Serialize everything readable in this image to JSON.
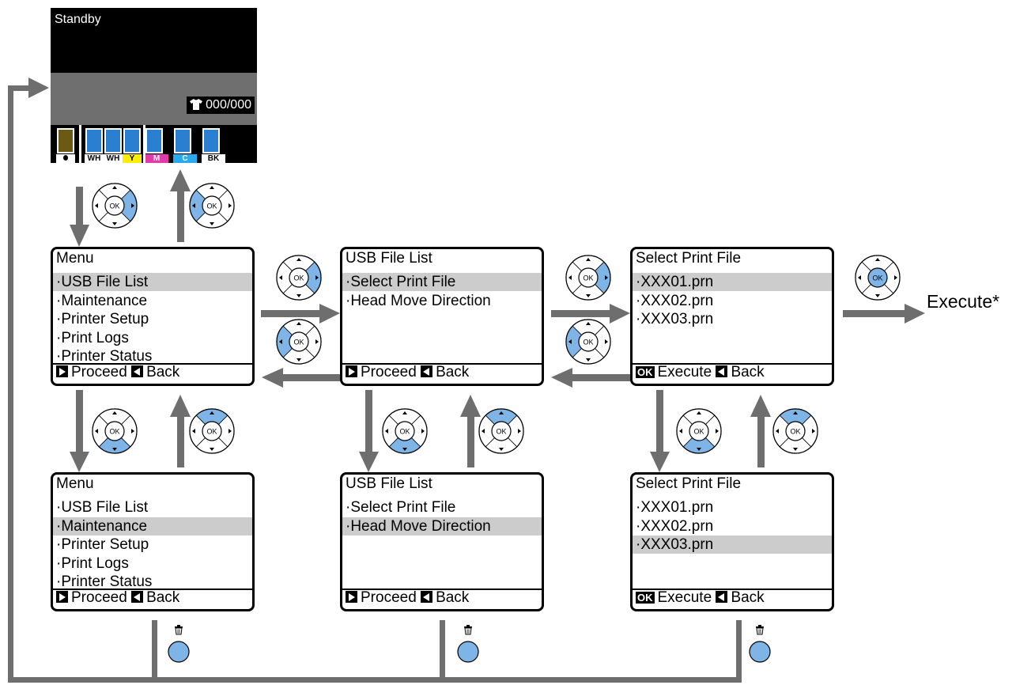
{
  "standby": {
    "title": "Standby",
    "counter": "000/000",
    "tshirt_icon": "tshirt-icon",
    "tanks": [
      {
        "label": "",
        "color": "#6b5a16",
        "label_bg": "#ffffff",
        "label_icon": "drop-icon"
      },
      {
        "label": "WH",
        "color": "#2b7fd1",
        "label_bg": "#ffffff"
      },
      {
        "label": "WH",
        "color": "#2b7fd1",
        "label_bg": "#ffffff"
      },
      {
        "label": "Y",
        "color": "#2b7fd1",
        "label_bg": "#ffee00"
      },
      {
        "label": "M",
        "color": "#2b7fd1",
        "label_bg": "#e23aa8"
      },
      {
        "label": "C",
        "color": "#2b7fd1",
        "label_bg": "#2aaaee"
      },
      {
        "label": "BK",
        "color": "#2b7fd1",
        "label_bg": "#ffffff"
      }
    ]
  },
  "screens": [
    {
      "title": "Menu",
      "items": [
        "·USB File List",
        "·Maintenance",
        "·Printer Setup",
        "·Print Logs",
        "·Printer Status"
      ],
      "selected": 0,
      "footer_type": "proceed",
      "footer_a": "Proceed",
      "footer_b": "Back"
    },
    {
      "title": "USB File List",
      "items": [
        "·Select Print File",
        "·Head Move Direction"
      ],
      "selected": 0,
      "footer_type": "proceed",
      "footer_a": "Proceed",
      "footer_b": "Back"
    },
    {
      "title": "Select Print File",
      "items": [
        "·XXX01.prn",
        "·XXX02.prn",
        "·XXX03.prn"
      ],
      "selected": 0,
      "footer_type": "ok",
      "footer_ok": "OK",
      "footer_a": "Execute",
      "footer_b": "Back"
    },
    {
      "title": "Menu",
      "items": [
        "·USB File List",
        "·Maintenance",
        "·Printer Setup",
        "·Print Logs",
        "·Printer Status"
      ],
      "selected": 1,
      "footer_type": "proceed",
      "footer_a": "Proceed",
      "footer_b": "Back"
    },
    {
      "title": "USB File List",
      "items": [
        "·Select Print File",
        "·Head Move Direction"
      ],
      "selected": 1,
      "footer_type": "proceed",
      "footer_a": "Proceed",
      "footer_b": "Back"
    },
    {
      "title": "Select Print File",
      "items": [
        "·XXX01.prn",
        "·XXX02.prn",
        "·XXX03.prn"
      ],
      "selected": 2,
      "footer_type": "ok",
      "footer_ok": "OK",
      "footer_a": "Execute",
      "footer_b": "Back"
    }
  ],
  "pads": [
    {
      "highlight": "right"
    },
    {
      "highlight": "left"
    },
    {
      "highlight": "right"
    },
    {
      "highlight": "left"
    },
    {
      "highlight": "right"
    },
    {
      "highlight": "left"
    },
    {
      "highlight": "ok"
    },
    {
      "highlight": "down"
    },
    {
      "highlight": "up"
    },
    {
      "highlight": "down"
    },
    {
      "highlight": "up"
    },
    {
      "highlight": "down"
    },
    {
      "highlight": "up"
    }
  ],
  "pad_ok_label": "OK",
  "trash_icon": "trash-icon",
  "execute_label": "Execute*",
  "colors": {
    "highlight": "#7fb5e6",
    "arrow": "#6e6e6e",
    "selected_row": "#cccccc",
    "line": "#6e6e6e"
  }
}
